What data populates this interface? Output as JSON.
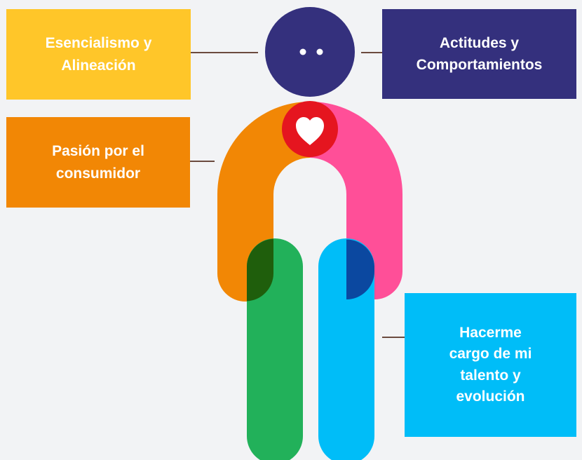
{
  "colors": {
    "background": "#f2f3f5",
    "yellow": "#ffc629",
    "navy": "#34307d",
    "orange": "#f28705",
    "pink": "#ff4f98",
    "red": "#e5151f",
    "green": "#22b15a",
    "cyan": "#00bdf8",
    "connector": "#6b4a3e"
  },
  "labels": {
    "essentialism": "Esencialismo y\nAlineación",
    "attitudes": "Actitudes y\nComportamientos",
    "passion": "Pasión por el\nconsumidor",
    "talent": "Hacerme\ncargo de mi\ntalento y\nevolución"
  },
  "icons": {
    "head": "face-eyes-icon",
    "heart": "heart-icon"
  }
}
